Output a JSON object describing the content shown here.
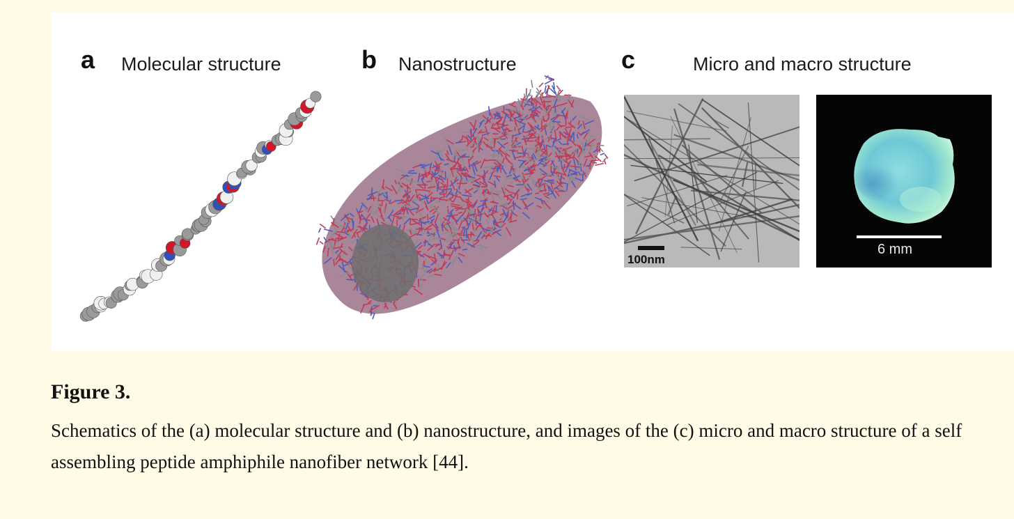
{
  "panels": {
    "a": {
      "letter": "a",
      "title": "Molecular structure"
    },
    "b": {
      "letter": "b",
      "title": "Nanostructure"
    },
    "c": {
      "letter": "c",
      "title": "Micro and macro structure",
      "tem_scale_label": "100nm",
      "gel_scale_label": "6 mm"
    }
  },
  "figure": {
    "label": "Figure 3.",
    "caption": "Schematics of the (a) molecular structure and (b) nanostructure, and images of the (c) micro and macro structure of a self assembling peptide amphiphile nanofiber network [44]."
  },
  "colors": {
    "page_background": "#fffbe6",
    "panel_background": "#ffffff",
    "atom_carbon": "#9a9a9a",
    "atom_hydrogen": "#f0f0f0",
    "atom_oxygen": "#d0182a",
    "atom_nitrogen": "#3050c0",
    "fiber_red": "#c23a55",
    "fiber_blue": "#4a5bc0",
    "fiber_gray": "#8a8a8a"
  },
  "icons": {
    "molecule": "space-filling-molecule-model",
    "nanofiber": "cylindrical-nanofiber-model",
    "tem": "tem-micrograph",
    "gel": "gel-photograph"
  }
}
